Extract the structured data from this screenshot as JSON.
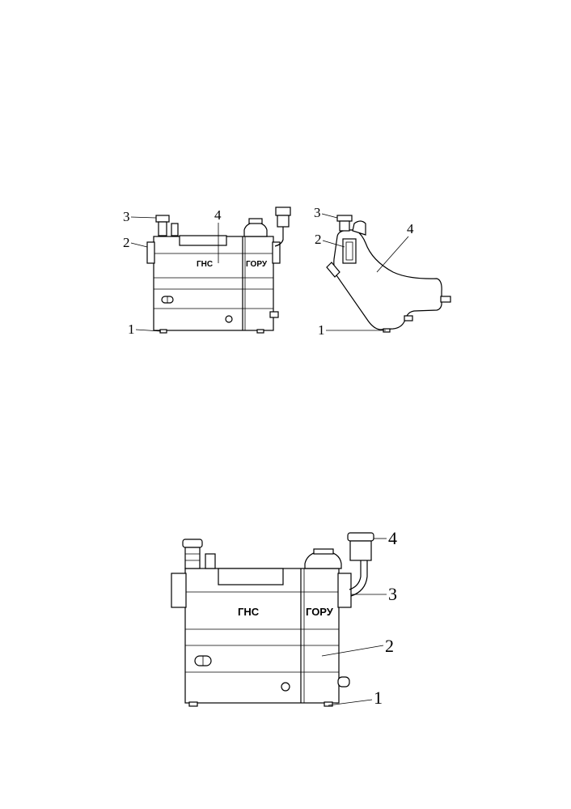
{
  "figures": {
    "front_view": {
      "compartment_labels": {
        "left": "ГНС",
        "right": "ГОРУ"
      },
      "callouts": [
        "1",
        "2",
        "3",
        "4"
      ]
    },
    "side_view": {
      "callouts": [
        "1",
        "2",
        "3",
        "4"
      ]
    },
    "rear_view": {
      "compartment_labels": {
        "left": "ГНС",
        "right": "ГОРУ"
      },
      "callouts": [
        "1",
        "2",
        "3",
        "4"
      ]
    }
  }
}
